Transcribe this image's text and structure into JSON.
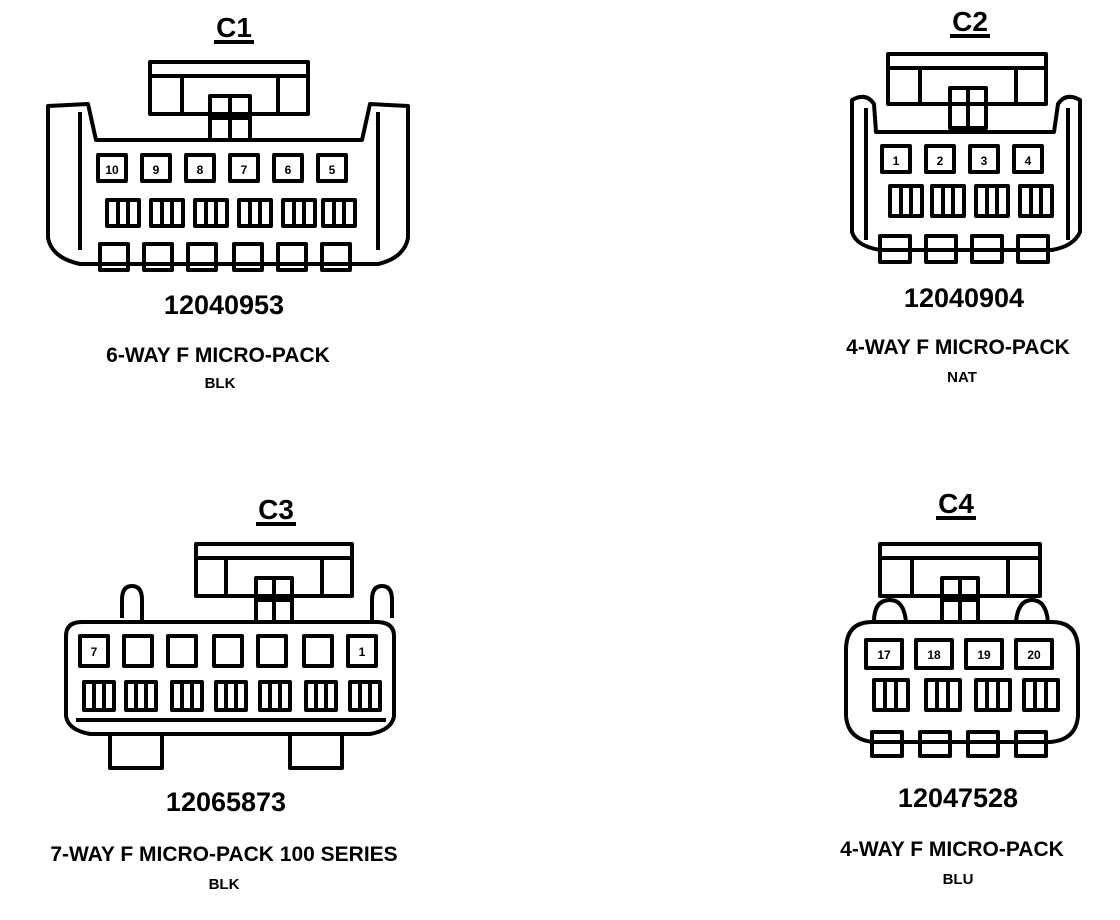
{
  "connectors": [
    {
      "id": "C1",
      "part_number": "12040953",
      "description": "6-WAY F MICRO-PACK",
      "color": "BLK",
      "pins": [
        "10",
        "9",
        "8",
        "7",
        "6",
        "5"
      ]
    },
    {
      "id": "C2",
      "part_number": "12040904",
      "description": "4-WAY F MICRO-PACK",
      "color": "NAT",
      "pins": [
        "1",
        "2",
        "3",
        "4"
      ]
    },
    {
      "id": "C3",
      "part_number": "12065873",
      "description": "7-WAY F MICRO-PACK 100 SERIES",
      "color": "BLK",
      "pins": [
        "7",
        "",
        "",
        "",
        "",
        "",
        "1"
      ]
    },
    {
      "id": "C4",
      "part_number": "12047528",
      "description": "4-WAY F MICRO-PACK",
      "color": "BLU",
      "pins": [
        "17",
        "18",
        "19",
        "20"
      ]
    }
  ]
}
